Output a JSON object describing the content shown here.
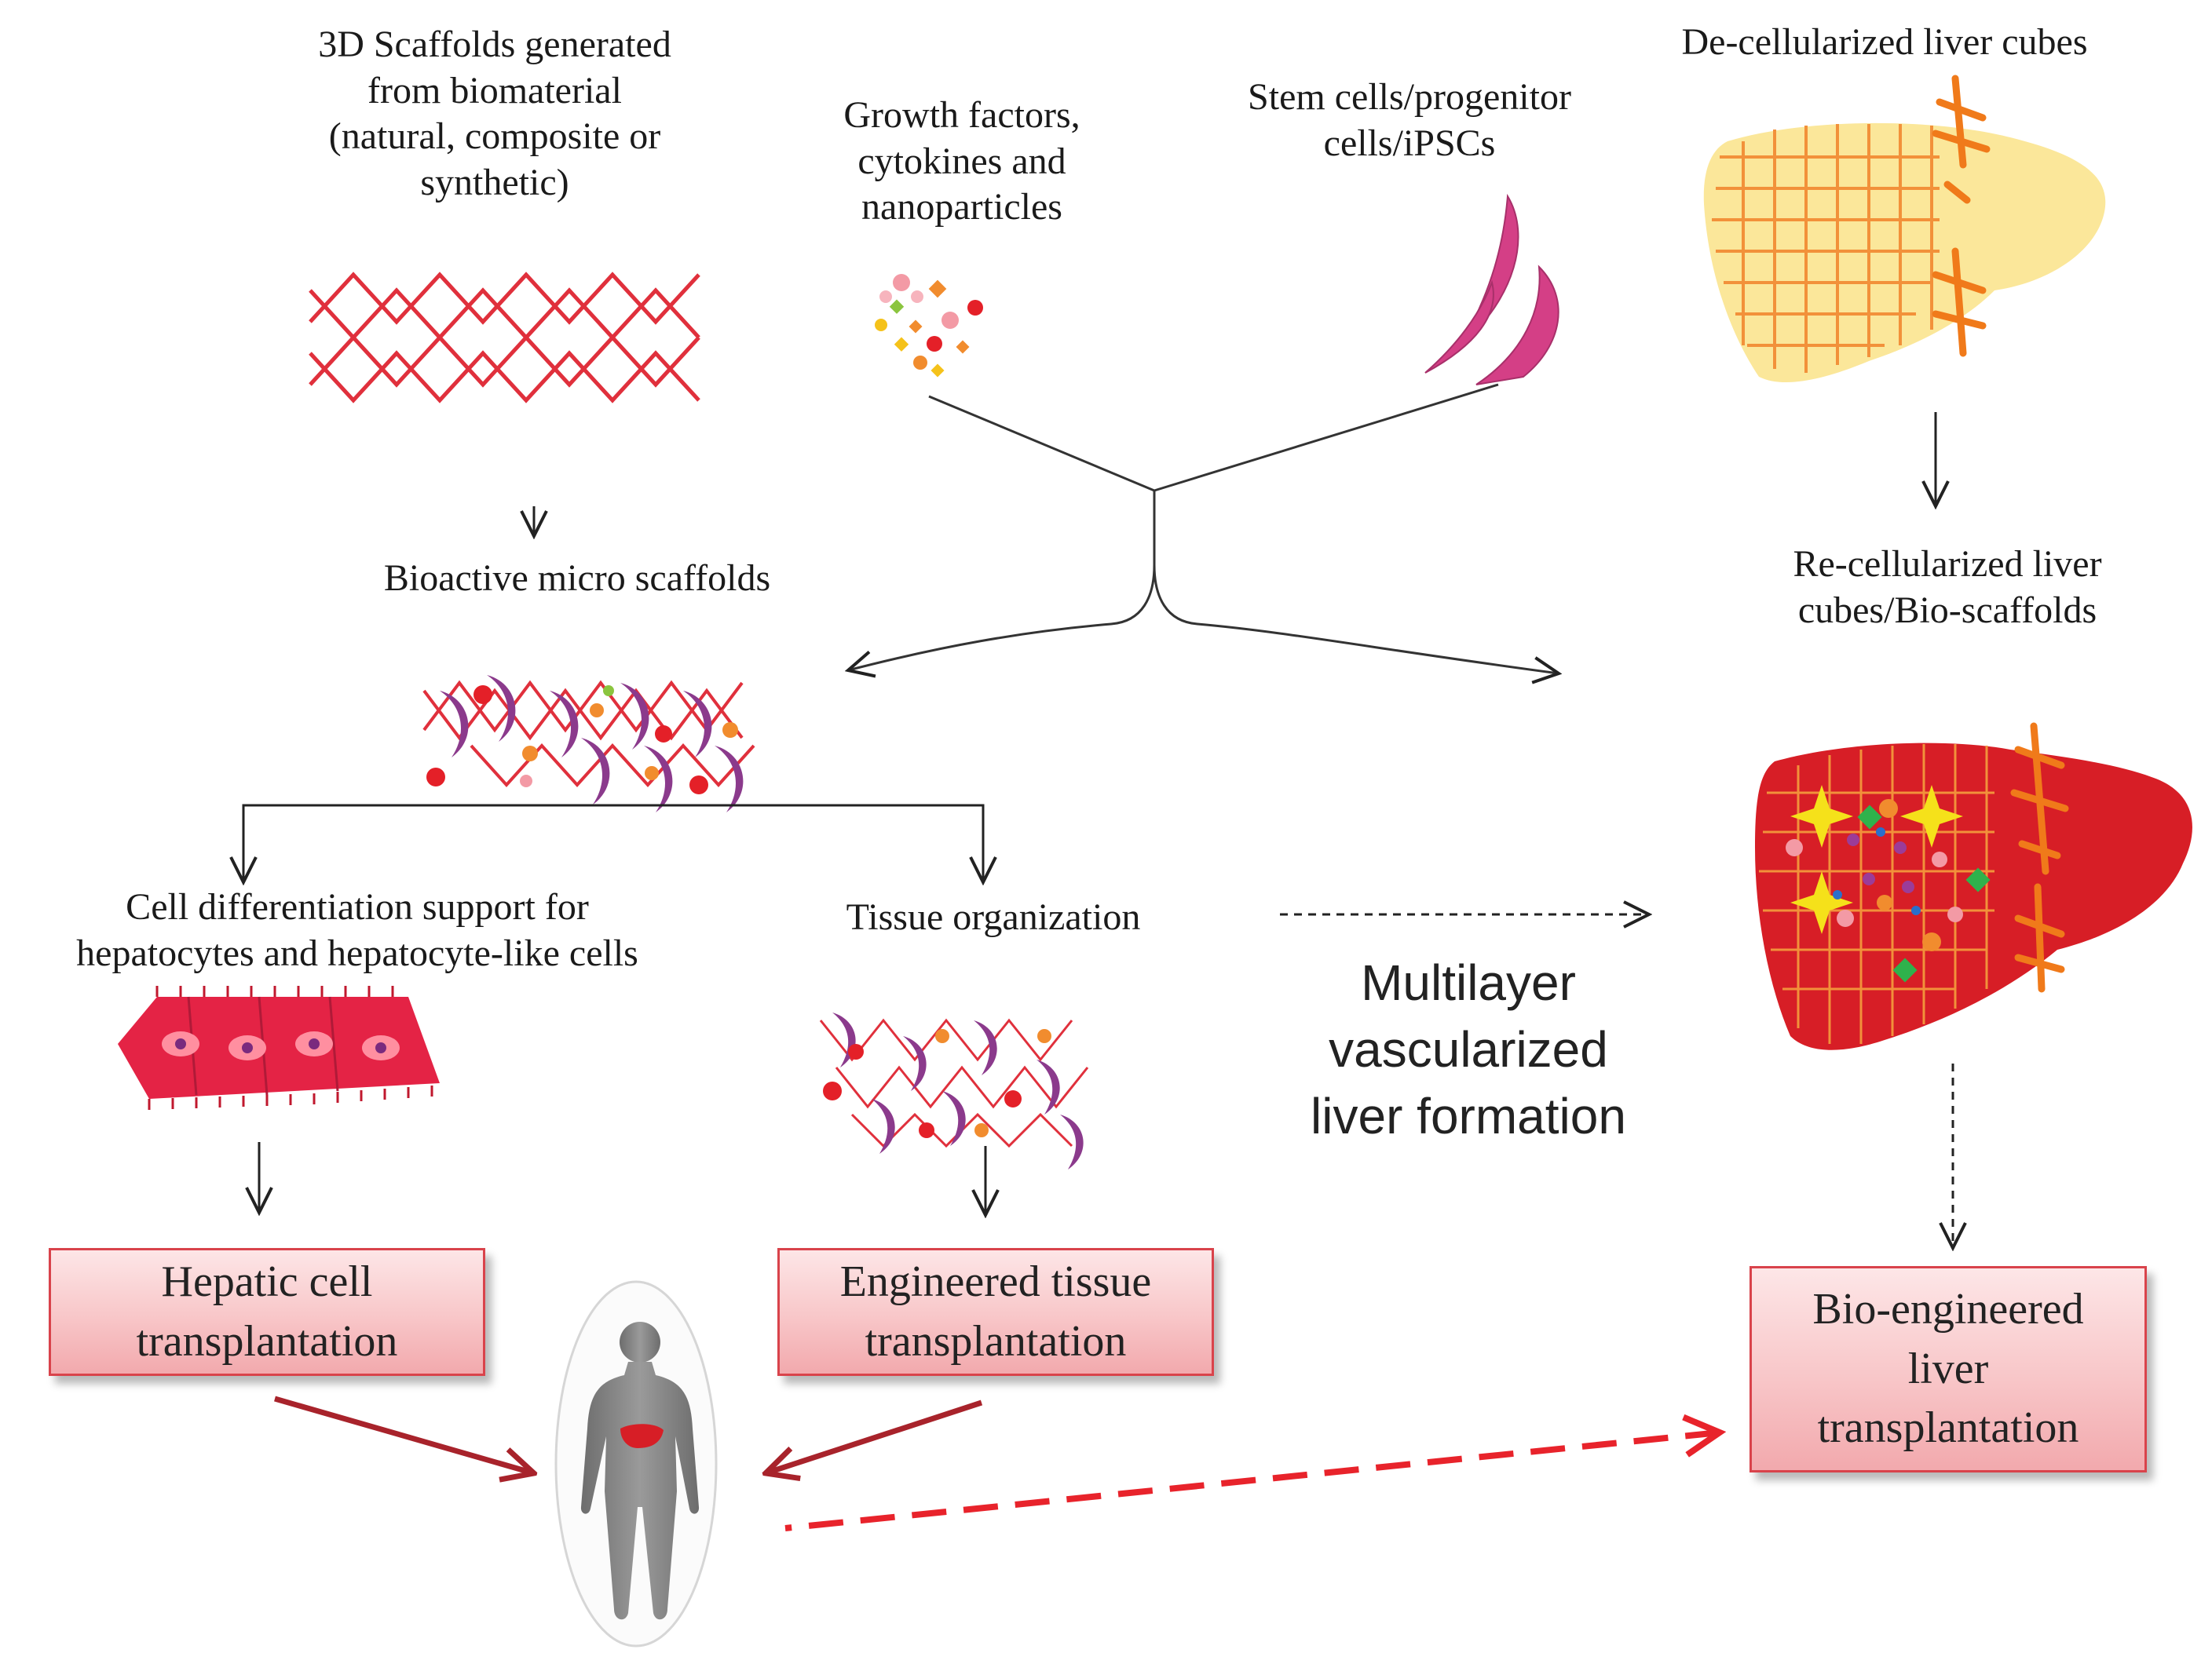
{
  "labels": {
    "scaffolds_3d": "3D Scaffolds generated\nfrom biomaterial\n(natural, composite or\nsynthetic)",
    "growth_factors": "Growth factors,\ncytokines and\nnanoparticles",
    "stem_cells": "Stem cells/progenitor\ncells/iPSCs",
    "decellularized": "De-cellularized liver cubes",
    "bioactive": "Bioactive micro scaffolds",
    "recellularized": "Re-cellularized liver\ncubes/Bio-scaffolds",
    "cell_diff": "Cell differentiation support for\nhepatocytes and hepatocyte-like cells",
    "tissue_org": "Tissue organization",
    "multilayer": "Multilayer\nvascularized\nliver formation"
  },
  "boxes": {
    "hepatic": "Hepatic cell\ntransplantation",
    "engineered": "Engineered tissue\ntransplantation",
    "bioengineered": "Bio-engineered\nliver\ntransplantation"
  },
  "colors": {
    "scaffold_red": "#e0303c",
    "liver_yellow": "#fbe79a",
    "liver_red": "#d71e26",
    "grid_orange": "#f2913a",
    "vessel_orange": "#f07a1a",
    "stem_pink": "#d43f86",
    "arrow_dark_red": "#a8232b",
    "dashed_red": "#e8232b",
    "box_border": "#d9434b"
  },
  "icons": [
    "scaffold-lattice-icon",
    "growth-factor-particles-icon",
    "stem-cell-icon",
    "decellularized-liver-icon",
    "bioactive-scaffold-icon",
    "recellularized-liver-icon",
    "hepatocyte-sheet-icon",
    "tissue-organization-icon",
    "human-body-icon"
  ]
}
